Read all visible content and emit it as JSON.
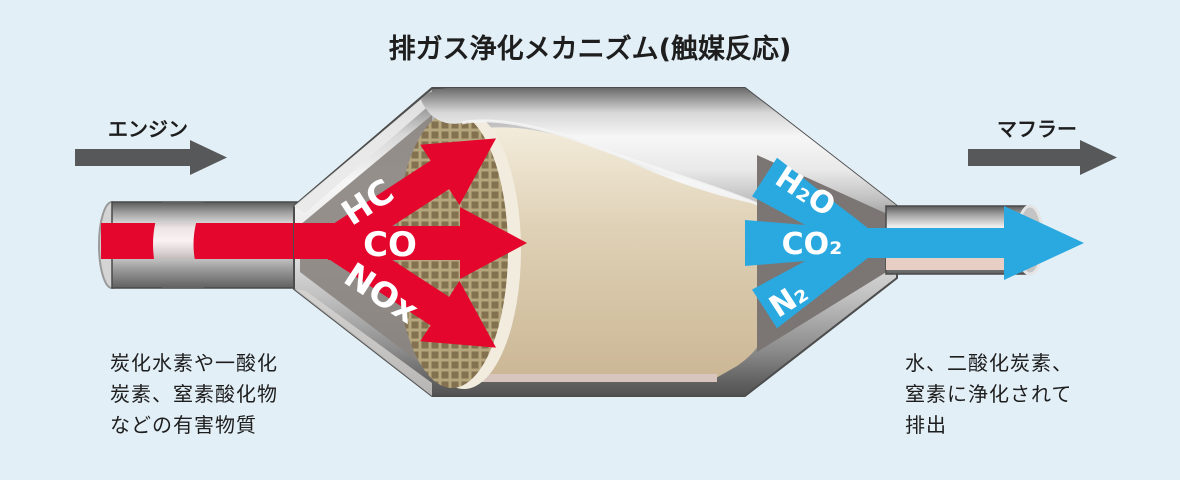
{
  "title": "排ガス浄化メカニズム(触媒反応)",
  "labels": {
    "engine": "エンジン",
    "muffler": "マフラー"
  },
  "pollutants": {
    "hc": "HC",
    "co": "CO",
    "nox": "NOx"
  },
  "products": {
    "h2o": "H₂O",
    "co2": "CO₂",
    "n2": "N₂"
  },
  "captions": {
    "left": [
      "炭化水素や一酸化",
      "炭素、窒素酸化物",
      "などの有害物質"
    ],
    "right": [
      "水、二酸化炭素、",
      "窒素に浄化されて",
      "排出"
    ]
  },
  "colors": {
    "background": "#E2EFF7",
    "text": "#1E1E1E",
    "arrow_gray": "#57585A",
    "red": "#E4062C",
    "blue": "#29A9E0",
    "catalyst_tan": "#D9CAAE",
    "mesh_brown": "#84714F"
  }
}
